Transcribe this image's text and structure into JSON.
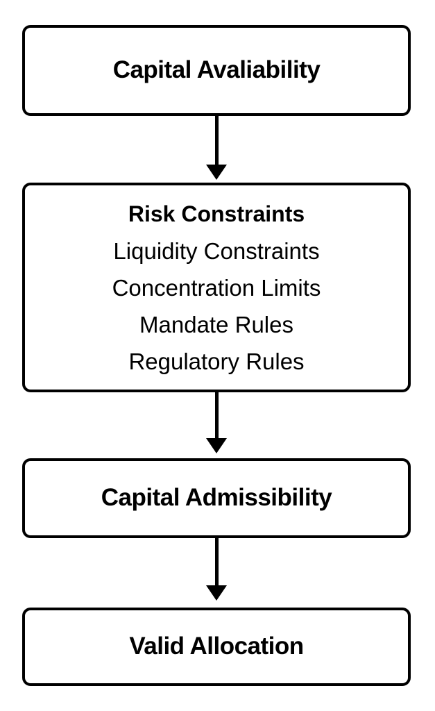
{
  "diagram": {
    "type": "flowchart",
    "direction": "top-down",
    "nodes": [
      {
        "id": "capital-availability",
        "style": "title",
        "lines": [
          "Capital Avaliability"
        ]
      },
      {
        "id": "risk-constraints",
        "style": "list",
        "lines": [
          "Risk Constraints",
          "Liquidity Constraints",
          "Concentration Limits",
          "Mandate Rules",
          "Regulatory Rules"
        ]
      },
      {
        "id": "capital-admissibility",
        "style": "title",
        "lines": [
          "Capital Admissibility"
        ]
      },
      {
        "id": "valid-allocation",
        "style": "title",
        "lines": [
          "Valid Allocation"
        ]
      }
    ],
    "edges": [
      {
        "from": "capital-availability",
        "to": "risk-constraints"
      },
      {
        "from": "risk-constraints",
        "to": "capital-admissibility"
      },
      {
        "from": "capital-admissibility",
        "to": "valid-allocation"
      }
    ]
  },
  "colors": {
    "background": "#ffffff",
    "box_fill": "#ffffff",
    "box_border": "#000000",
    "text": "#000000",
    "arrow": "#000000"
  }
}
